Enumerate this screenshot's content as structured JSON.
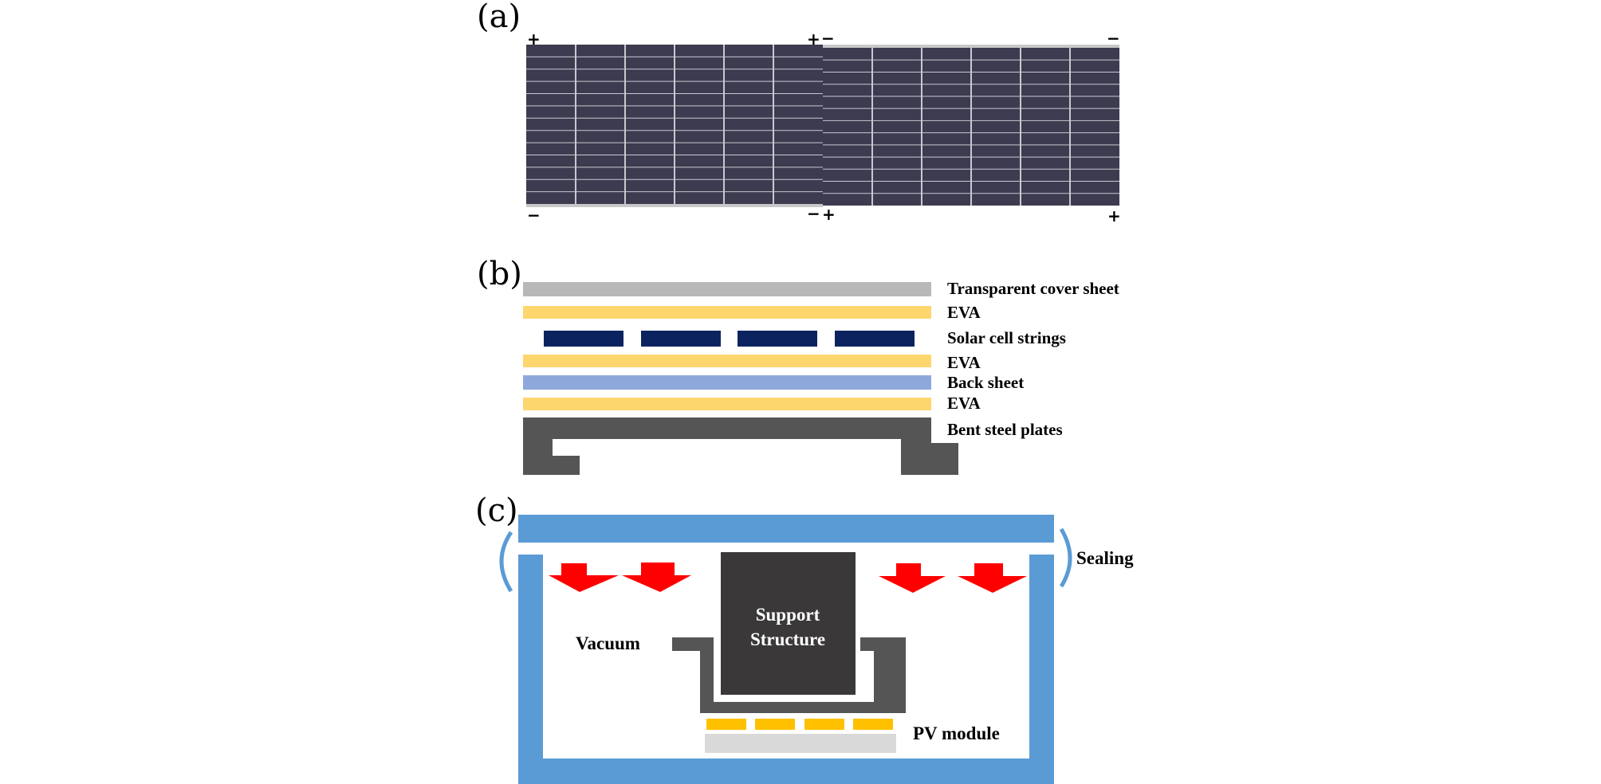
{
  "panels": {
    "a": {
      "label": "(a)",
      "signs": [
        "+",
        "+",
        "−",
        "−",
        "−",
        "−",
        "+",
        "+"
      ]
    },
    "b": {
      "label": "(b)",
      "layers": [
        "Transparent cover sheet",
        "EVA",
        "Solar cell strings",
        "EVA",
        "Back sheet",
        "EVA",
        "Bent steel plates"
      ]
    },
    "c": {
      "label": "(c)",
      "sealing": "Sealing",
      "vacuum": "Vacuum",
      "support_line1": "Support",
      "support_line2": "Structure",
      "pv_module": "PV module"
    }
  },
  "colors": {
    "cell": "#3d3b50",
    "cover_sheet": "#b8b8b8",
    "eva": "#fdd66e",
    "cell_string": "#0b2460",
    "back_sheet": "#8fa8dc",
    "steel": "#555555",
    "chamber": "#5b9bd5",
    "arrow": "#ff0000",
    "support": "#3a3838",
    "cell_yellow": "#ffc000",
    "glass": "#d9d9d9"
  }
}
